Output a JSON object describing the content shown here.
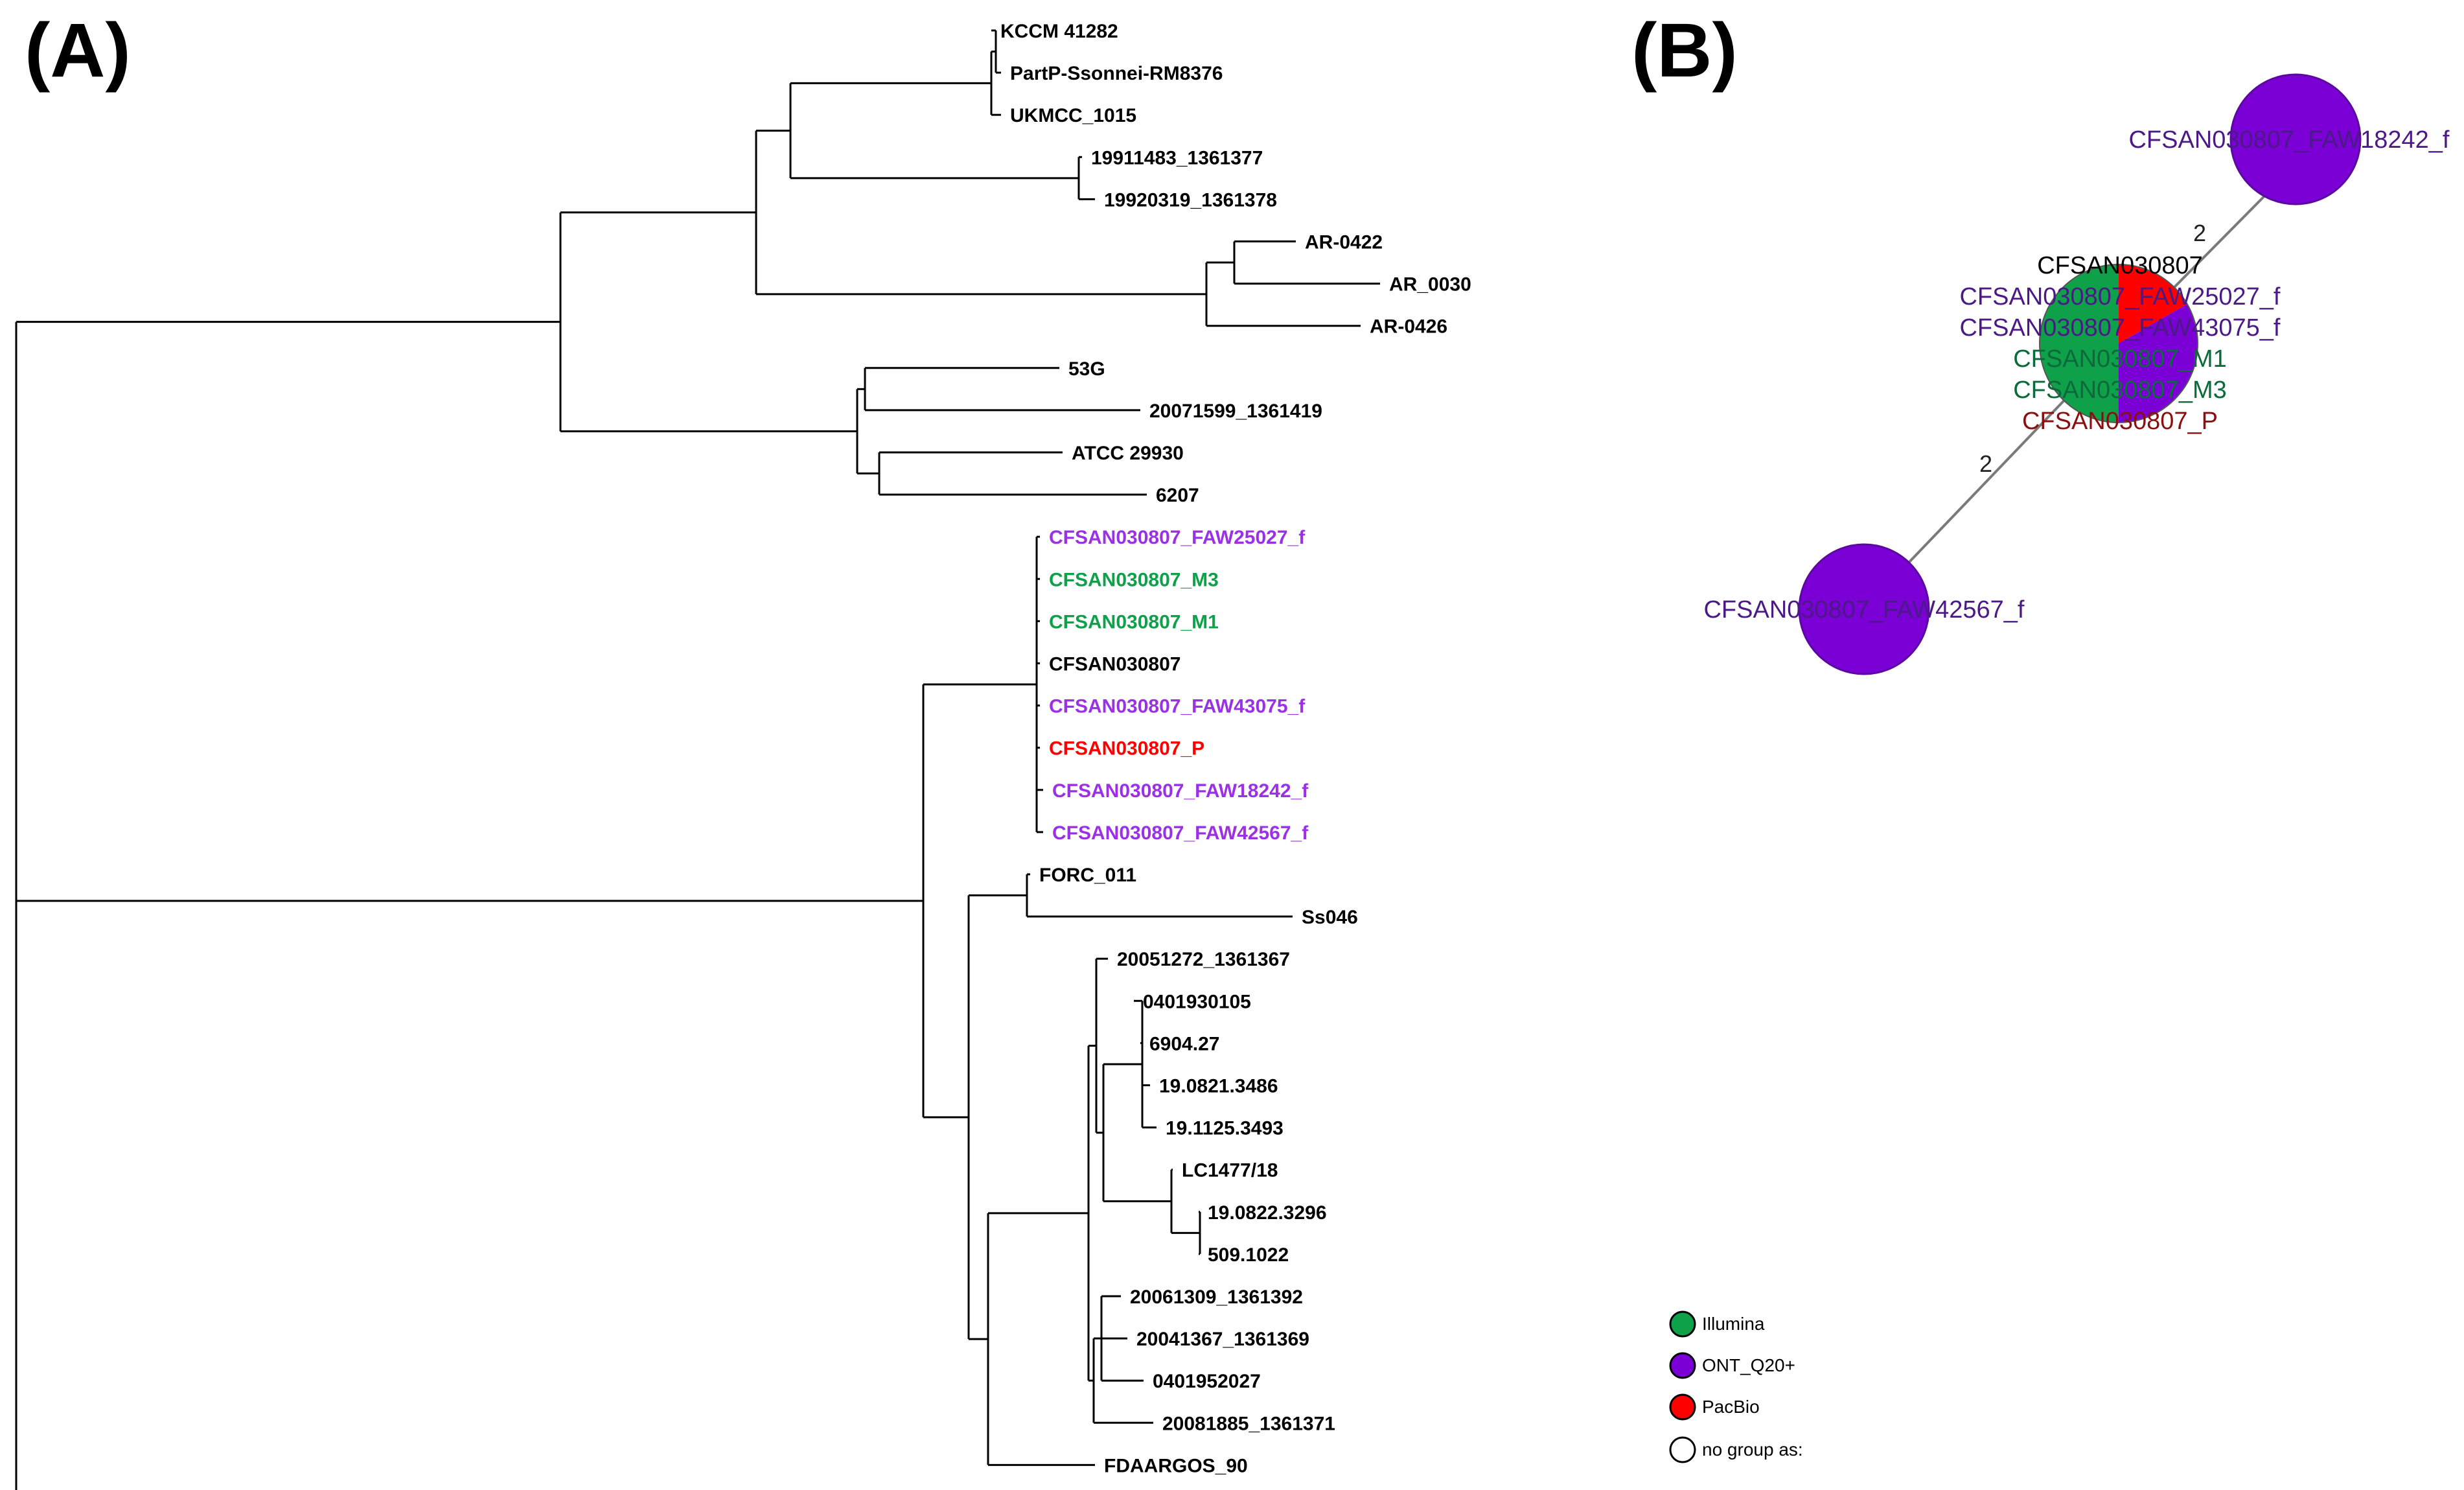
{
  "panel_a": {
    "label": "(A)",
    "leaves": [
      {
        "id": "kccm41282",
        "label": "KCCM 41282",
        "color": "black"
      },
      {
        "id": "partp_ssonnei",
        "label": "PartP-Ssonnei-RM8376",
        "color": "black"
      },
      {
        "id": "ukmcc1015",
        "label": "UKMCC_1015",
        "color": "black"
      },
      {
        "id": "s19911483",
        "label": "19911483_1361377",
        "color": "black"
      },
      {
        "id": "s19920319",
        "label": "19920319_1361378",
        "color": "black"
      },
      {
        "id": "ar0422",
        "label": "AR-0422",
        "color": "black"
      },
      {
        "id": "ar0030",
        "label": "AR_0030",
        "color": "black"
      },
      {
        "id": "ar0426",
        "label": "AR-0426",
        "color": "black"
      },
      {
        "id": "s53g",
        "label": "53G",
        "color": "black"
      },
      {
        "id": "s20071599",
        "label": "20071599_1361419",
        "color": "black"
      },
      {
        "id": "atcc29930",
        "label": "ATCC 29930",
        "color": "black"
      },
      {
        "id": "s6207",
        "label": "6207",
        "color": "black"
      },
      {
        "id": "faw25027",
        "label": "CFSAN030807_FAW25027_f",
        "color": "purple"
      },
      {
        "id": "m3",
        "label": "CFSAN030807_M3",
        "color": "green"
      },
      {
        "id": "m1",
        "label": "CFSAN030807_M1",
        "color": "green"
      },
      {
        "id": "ref",
        "label": "CFSAN030807",
        "color": "black"
      },
      {
        "id": "faw43075",
        "label": "CFSAN030807_FAW43075_f",
        "color": "purple"
      },
      {
        "id": "pacbio",
        "label": "CFSAN030807_P",
        "color": "red"
      },
      {
        "id": "faw18242",
        "label": "CFSAN030807_FAW18242_f",
        "color": "purple"
      },
      {
        "id": "faw42567",
        "label": "CFSAN030807_FAW42567_f",
        "color": "purple"
      },
      {
        "id": "forc011",
        "label": "FORC_011",
        "color": "black"
      },
      {
        "id": "ss046",
        "label": "Ss046",
        "color": "black"
      },
      {
        "id": "s20051272",
        "label": "20051272_1361367",
        "color": "black"
      },
      {
        "id": "s0401930105",
        "label": "0401930105",
        "color": "black"
      },
      {
        "id": "s690427",
        "label": "6904.27",
        "color": "black"
      },
      {
        "id": "s190821",
        "label": "19.0821.3486",
        "color": "black"
      },
      {
        "id": "s191125",
        "label": "19.1125.3493",
        "color": "black"
      },
      {
        "id": "lc1477",
        "label": "LC1477/18",
        "color": "black"
      },
      {
        "id": "s190822",
        "label": "19.0822.3296",
        "color": "black"
      },
      {
        "id": "s5091022",
        "label": "509.1022",
        "color": "black"
      },
      {
        "id": "s20061309",
        "label": "20061309_1361392",
        "color": "black"
      },
      {
        "id": "s20041367",
        "label": "20041367_1361369",
        "color": "black"
      },
      {
        "id": "s0401952027",
        "label": "0401952027",
        "color": "black"
      },
      {
        "id": "s20081885",
        "label": "20081885_1361371",
        "color": "black"
      },
      {
        "id": "fdaargos90",
        "label": "FDAARGOS_90",
        "color": "black"
      }
    ]
  },
  "panel_b": {
    "label": "(B)",
    "nodes": [
      {
        "id": "faw18242",
        "label": "CFSAN030807_FAW18242_f",
        "group": "ONT_Q20+"
      },
      {
        "id": "center",
        "labels": [
          {
            "text": "CFSAN030807",
            "group": "no group assigned"
          },
          {
            "text": "CFSAN030807_FAW25027_f",
            "group": "ONT_Q20+"
          },
          {
            "text": "CFSAN030807_FAW43075_f",
            "group": "ONT_Q20+"
          },
          {
            "text": "CFSAN030807_M1",
            "group": "Illumina"
          },
          {
            "text": "CFSAN030807_M3",
            "group": "Illumina"
          },
          {
            "text": "CFSAN030807_P",
            "group": "PacBio"
          }
        ]
      },
      {
        "id": "faw42567",
        "label": "CFSAN030807_FAW42567_f",
        "group": "ONT_Q20+"
      }
    ],
    "edges": [
      {
        "from": "center",
        "to": "faw18242",
        "label": "2"
      },
      {
        "from": "center",
        "to": "faw42567",
        "label": "2"
      }
    ],
    "legend": [
      {
        "label": "Illumina",
        "color": "#0fa04a"
      },
      {
        "label": "ONT_Q20+",
        "color": "#7a00d6"
      },
      {
        "label": "PacBio",
        "color": "#ff0000"
      },
      {
        "label": "no group as:",
        "color": "#ffffff"
      }
    ]
  },
  "colors": {
    "black": "#000000",
    "purple": "#9b30e6",
    "green": "#0fa04a",
    "red": "#ff0000",
    "node_purple_fill": "#7a00d6",
    "node_label_purple": "#4b1a86",
    "node_label_green": "#0a6a3a",
    "node_label_red": "#8a1010"
  }
}
